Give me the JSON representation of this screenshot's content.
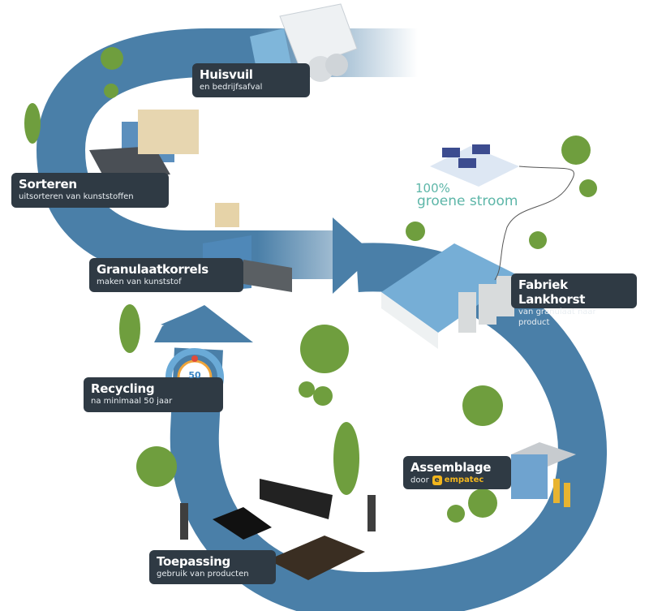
{
  "steps": [
    {
      "title": "Huisvuil",
      "subtitle": "en bedrijfsafval"
    },
    {
      "title": "Sorteren",
      "subtitle": "uitsorteren van kunststoffen"
    },
    {
      "title": "Granulaatkorrels",
      "subtitle": "maken van kunststof"
    },
    {
      "title": "Fabriek Lankhorst",
      "subtitle": "van granulaat naar product"
    },
    {
      "title": "Assemblage",
      "subtitle": "door",
      "brand": "empatec",
      "brand_letter": "e"
    },
    {
      "title": "Toepassing",
      "subtitle": "gebruik van producten"
    },
    {
      "title": "Recycling",
      "subtitle": "na minimaal 50 jaar",
      "timer": "50"
    }
  ],
  "energy": {
    "percent": "100%",
    "text": "groene stroom"
  },
  "colors": {
    "band": "#4a7fa8",
    "label_bg": "#2f3a44",
    "energy_text": "#5db6a8",
    "brand": "#f2b61d",
    "tree": "#6f9e3e"
  }
}
